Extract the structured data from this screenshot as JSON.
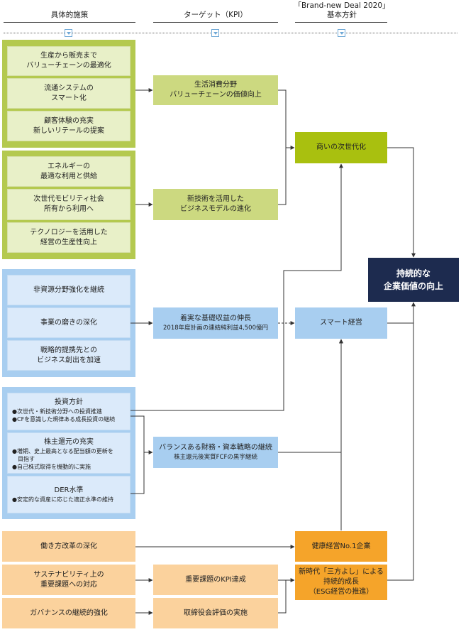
{
  "headers": {
    "measures": "具体的施策",
    "kpi": "ターゲット（KPI）",
    "policy_line1": "「Brand-new Deal 2020」",
    "policy_line2": "基本方針"
  },
  "colors": {
    "green_group": "#b4c94f",
    "green_strategy": "#a9c00f",
    "blue_group": "#a8cef0",
    "orange_group": "#fbd29d",
    "orange_strategy": "#f5a42a",
    "final": "#1d2b4f",
    "arrow": "#333333"
  },
  "measures": {
    "g1": [
      "生産から販売まで\nバリューチェーンの最適化",
      "流通システムの\nスマート化",
      "顧客体験の充実\n新しいリテールの提案"
    ],
    "g2": [
      "エネルギーの\n最適な利用と供給",
      "次世代モビリティ社会\n所有から利用へ",
      "テクノロジーを活用した\n経営の生産性向上"
    ],
    "g3": [
      "非資源分野強化を継続",
      "事業の磨きの深化",
      "戦略的提携先との\nビジネス創出を加速"
    ],
    "g4": [
      {
        "title": "投資方針",
        "bullets": "●次世代・新技術分野への投資推進\n●CFを意識した規律ある成長投資の継続"
      },
      {
        "title": "株主還元の充実",
        "bullets": "●増期、史上最高となる配当額の更新を\n　目指す\n●自己株式取得を機動的に実施"
      },
      {
        "title": "DER水準",
        "bullets": "●安定的な資産に応じた適正水準の維持"
      }
    ],
    "g5": [
      "働き方改革の深化",
      "サステナビリティ上の\n重要課題への対応",
      "ガバナンスの継続的強化"
    ]
  },
  "kpis": {
    "k1": "生活消費分野\nバリューチェーンの価値向上",
    "k2": "新技術を活用した\nビジネスモデルの進化",
    "k3_main": "着実な基礎収益の伸長",
    "k3_sub": "2018年度計画の連結純利益4,500億円",
    "k4_main": "バランスある財務・資本戦略の継続",
    "k4_sub": "株主還元後実質FCFの黒字継続",
    "k5": "重要課題のKPI達成",
    "k6": "取締役会評価の実施"
  },
  "strategies": {
    "s1": "商いの次世代化",
    "s2": "スマート経営",
    "s3": "健康経営No.1企業",
    "s4": "新時代「三方よし」による\n持続的成長\n（ESG経営の推進）"
  },
  "final": "持続的な\n企業価値の向上"
}
